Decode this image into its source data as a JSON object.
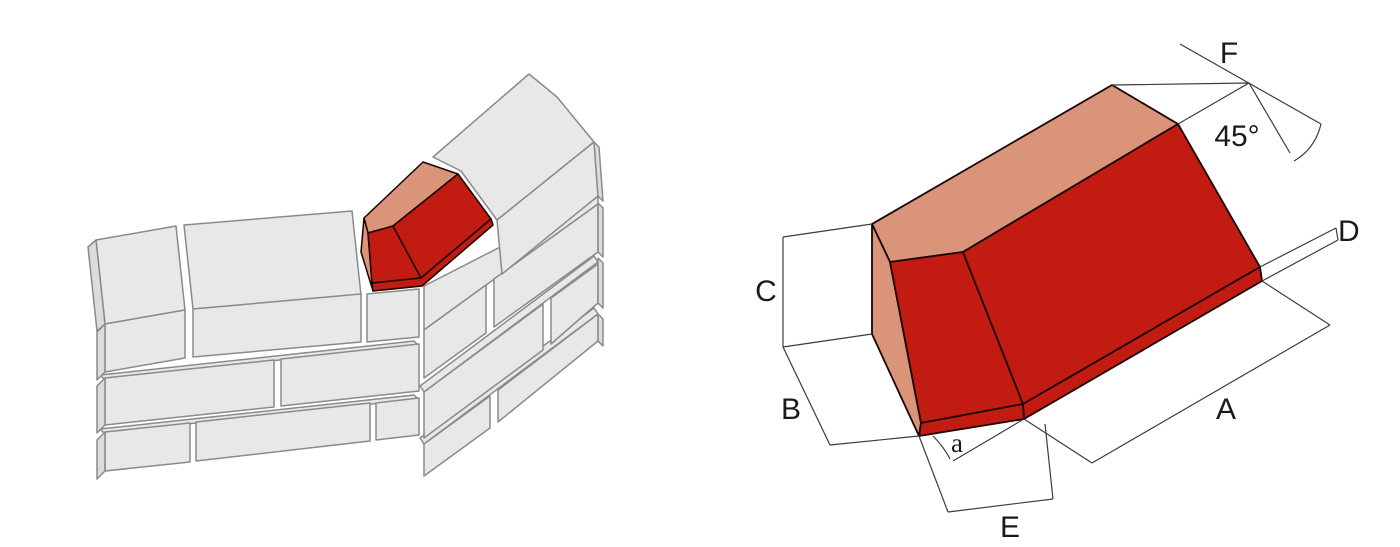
{
  "figure": {
    "title": "squint brick illustration",
    "left_figure_name": "brick wall corner with highlighted squint brick",
    "right_figure_name": "dimensioned squint brick drawing"
  },
  "colors": {
    "brick_red": "#c21b12",
    "brick_salmon": "#d99479",
    "brick_gray": "#e8e8e8",
    "brick_gray_side": "#dcdcdc",
    "gray_stroke": "#8a8a8a",
    "outline_dark": "#1a0402",
    "dim_line": "#3c3c3c",
    "label_color": "#1a1a1a"
  },
  "diagram": {
    "labels": {
      "A": "A",
      "B": "B",
      "C": "C",
      "D": "D",
      "E": "E",
      "F": "F"
    },
    "angle_a": "a",
    "angle_45": "45°"
  }
}
